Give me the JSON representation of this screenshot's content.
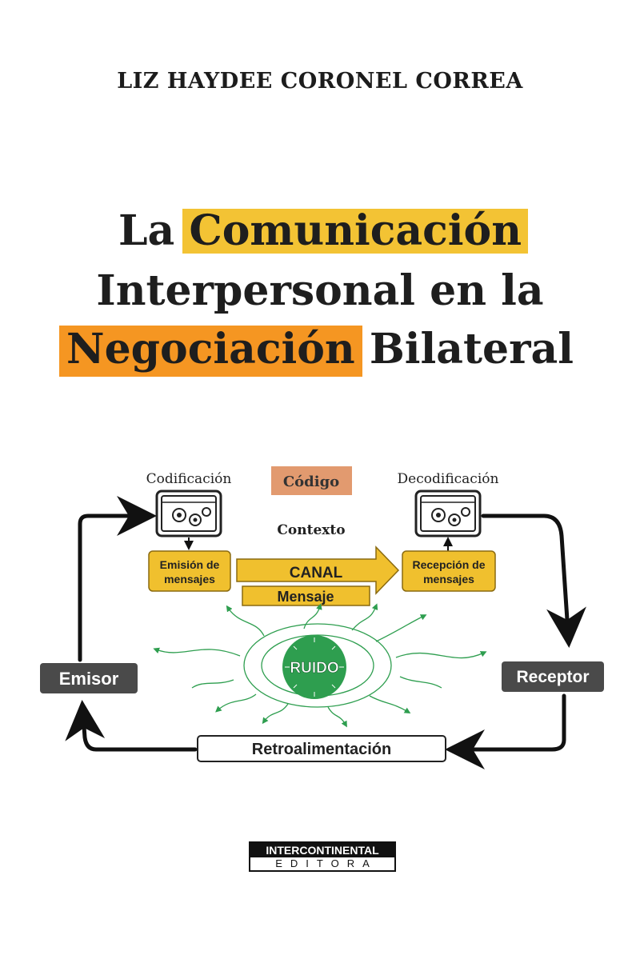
{
  "author": "LIZ HAYDEE CORONEL CORREA",
  "title": {
    "line1_a": "La",
    "line1_b": "Comunicación",
    "line2": "Interpersonal en la",
    "line3_a": "Negociación",
    "line3_b": "Bilateral"
  },
  "colors": {
    "highlight_yellow": "#f3c334",
    "highlight_orange": "#f59622",
    "box_yellow": "#f0c02e",
    "codigo_box": "#e29a6f",
    "dark_box": "#4a4a4a",
    "noise_green": "#2e9e4f"
  },
  "diagram": {
    "codificacion": "Codificación",
    "codigo": "Código",
    "decodificacion": "Decodificación",
    "contexto": "Contexto",
    "emision_line1": "Emisión de",
    "emision_line2": "mensajes",
    "canal": "CANAL",
    "mensaje": "Mensaje",
    "recepcion_line1": "Recepción de",
    "recepcion_line2": "mensajes",
    "ruido": "RUIDO",
    "emisor": "Emisor",
    "receptor": "Receptor",
    "retroalimentacion": "Retroalimentación",
    "icons": [
      "gears-window-icon",
      "gears-window-icon"
    ]
  },
  "publisher": {
    "top": "INTERCONTINENTAL",
    "bottom": "EDITORA"
  }
}
